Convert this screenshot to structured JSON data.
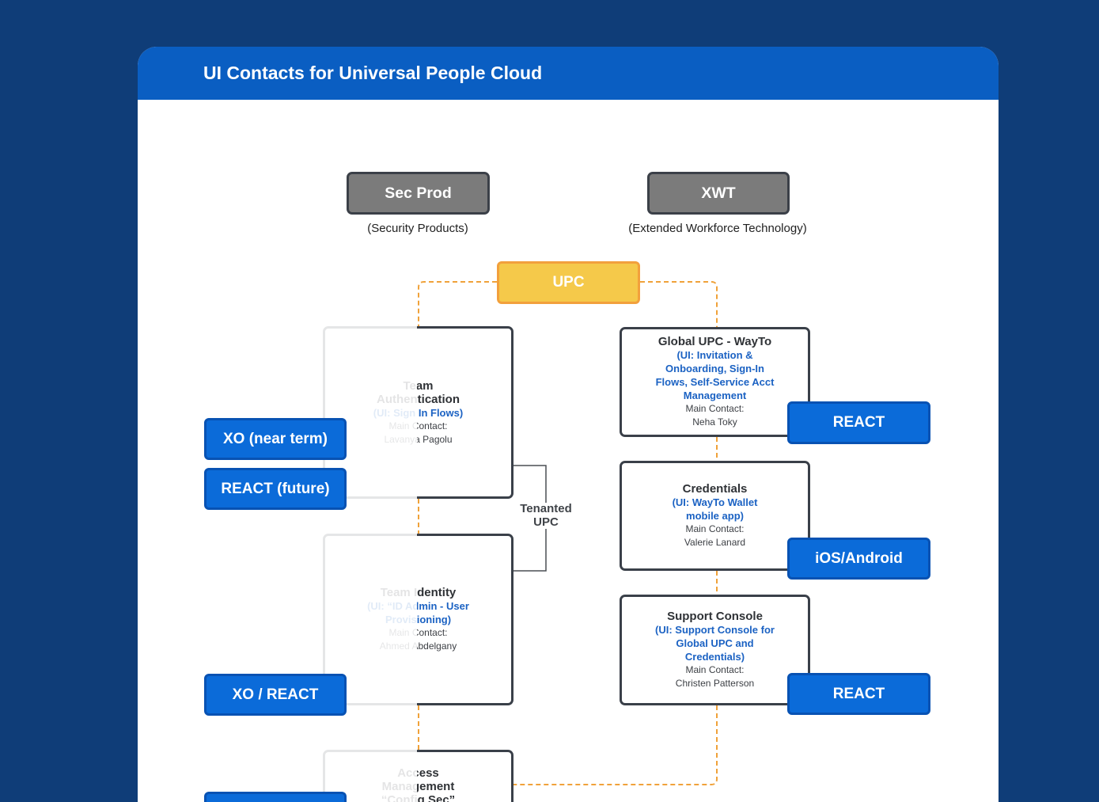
{
  "header": {
    "title": "UI Contacts for Universal People Cloud"
  },
  "colors": {
    "page_background": "#0f3d78",
    "header_background": "#0a5ec2",
    "org_box": "#7b7b7b",
    "org_border": "#3b4048",
    "upc_box": "#f5c94a",
    "upc_border": "#f2a03c",
    "connector": "#f0a23a",
    "tech_tag": "#0b6bd9",
    "tech_tag_border": "#0852b3",
    "ui_text": "#1b62c3"
  },
  "orgs": [
    {
      "name": "Sec Prod",
      "full_name": "(Security Products)"
    },
    {
      "name": "XWT",
      "full_name": "(Extended Workforce Technology)"
    }
  ],
  "root": {
    "name": "UPC"
  },
  "tenanted_label": [
    "Tenanted",
    "UPC"
  ],
  "left_column": [
    {
      "title": [
        "Team",
        "Authentication"
      ],
      "ui": [
        "(UI: Sign In Flows)"
      ],
      "contact_label": "Main Contact:",
      "contact_name": "Lavanya Pagolu",
      "tech_tags": [
        "XO (near term)",
        "REACT (future)"
      ]
    },
    {
      "title": [
        "Team Identity"
      ],
      "ui": [
        "(UI: “ID Admin - User",
        "Provisioning)"
      ],
      "contact_label": "Main Contact:",
      "contact_name": "Ahmed Abdelgany",
      "tech_tags": [
        "XO / REACT"
      ]
    },
    {
      "title": [
        "Access",
        "Management",
        "“Config Sec”"
      ]
    }
  ],
  "right_column": [
    {
      "title": [
        "Global UPC - WayTo"
      ],
      "ui": [
        "(UI: Invitation &",
        "Onboarding, Sign-In",
        "Flows, Self-Service Acct",
        "Management"
      ],
      "contact_label": "Main Contact:",
      "contact_name": "Neha Toky",
      "tech_tags": [
        "REACT"
      ]
    },
    {
      "title": [
        "Credentials"
      ],
      "ui": [
        "(UI: WayTo Wallet",
        "mobile app)"
      ],
      "contact_label": "Main Contact:",
      "contact_name": "Valerie Lanard",
      "tech_tags": [
        "iOS/Android"
      ]
    },
    {
      "title": [
        "Support Console"
      ],
      "ui": [
        "(UI: Support Console for",
        "Global UPC and",
        "Credentials)"
      ],
      "contact_label": "Main Contact:",
      "contact_name": "Christen Patterson",
      "tech_tags": [
        "REACT"
      ]
    }
  ]
}
